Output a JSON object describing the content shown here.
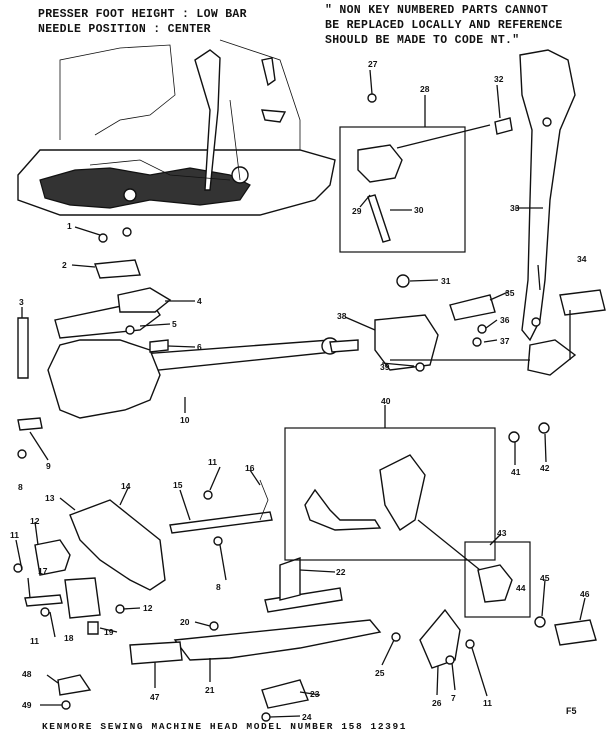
{
  "header": {
    "left_line1": "PRESSER FOOT HEIGHT : LOW BAR",
    "left_line2": "NEEDLE POSITION : CENTER",
    "note_line1": "\" NON KEY NUMBERED PARTS CANNOT",
    "note_line2": "BE REPLACED LOCALLY AND REFERENCE",
    "note_line3": "SHOULD BE MADE TO CODE NT.\""
  },
  "footer": {
    "model": "KENMORE SEWING MACHINE HEAD MODEL NUMBER 158 12391",
    "code": "F5"
  },
  "callouts": {
    "c1": "1",
    "c2": "2",
    "c3": "3",
    "c4": "4",
    "c5": "5",
    "c6": "6",
    "c7": "7",
    "c8a": "8",
    "c8b": "8",
    "c9": "9",
    "c10": "10",
    "c11a": "11",
    "c11b": "11",
    "c11c": "11",
    "c11d": "11",
    "c12a": "12",
    "c12b": "12",
    "c13": "13",
    "c14": "14",
    "c15": "15",
    "c16": "16",
    "c17": "17",
    "c18": "18",
    "c19": "19",
    "c20": "20",
    "c21": "21",
    "c22": "22",
    "c23": "23",
    "c24": "24",
    "c25": "25",
    "c26": "26",
    "c27": "27",
    "c28": "28",
    "c29": "29",
    "c30": "30",
    "c31": "31",
    "c32": "32",
    "c33": "33",
    "c34": "34",
    "c35": "35",
    "c36": "36",
    "c37": "37",
    "c38": "38",
    "c39": "39",
    "c40": "40",
    "c41": "41",
    "c42": "42",
    "c43": "43",
    "c44": "44",
    "c45": "45",
    "c46": "46",
    "c47": "47",
    "c48": "48",
    "c49": "49"
  }
}
